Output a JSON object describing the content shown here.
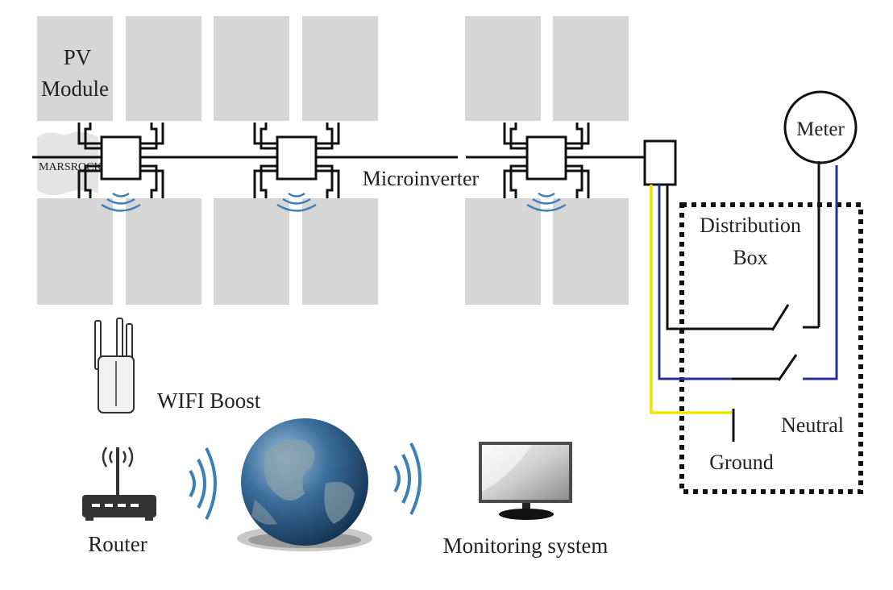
{
  "labels": {
    "pv_module_line1": "PV",
    "pv_module_line2": "Module",
    "microinverter": "Microinverter",
    "meter": "Meter",
    "distribution_box_line1": "Distribution",
    "distribution_box_line2": "Box",
    "wifi_boost": "WIFI Boost",
    "neutral": "Neutral",
    "ground": "Ground",
    "router": "Router",
    "monitoring_system": "Monitoring system",
    "watermark": "MARSROCK"
  },
  "colors": {
    "panel": "#d6d6d6",
    "cable": "#111111",
    "live_wire": "#111111",
    "neutral_wire": "#2b2f8f",
    "ground_wire": "#f2e500",
    "signal": "#3f7fb8",
    "globe_ocean": "#3c6e9c",
    "globe_land": "#8aa0a8",
    "monitor_screen": "#dcdcdc"
  },
  "icons": {
    "router": "router-icon",
    "wifi_booster": "wifi-booster-icon",
    "globe": "globe-icon",
    "monitor": "monitor-icon",
    "switch": "breaker-switch-icon"
  }
}
